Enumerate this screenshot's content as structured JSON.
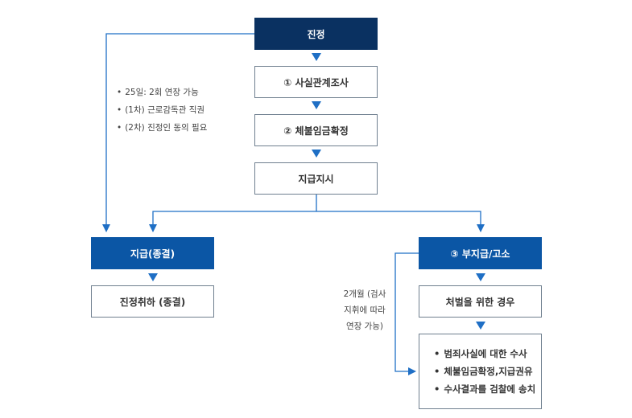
{
  "nodes": {
    "petition": "진정",
    "fact_check": "① 사실관계조사",
    "unpaid_confirm": "② 체불임금확정",
    "payment_order": "지급지시",
    "paid": "지급(종결)",
    "withdraw": "진정취하 (종결)",
    "unpaid_complaint": "③ 부지급/고소",
    "punishment_case": "처벌을 위한 경우"
  },
  "notes": {
    "left": [
      "25일: 2회 연장 가능",
      "(1차) 근로감독관 직권",
      "(2차) 진정인 동의 필요"
    ],
    "right": [
      "2개월 (검사",
      "지휘에 따라",
      "연장 가능)"
    ]
  },
  "final_items": [
    "범죄사실에 대한 수사",
    "체불임금확정,지급권유",
    "수사결과를 검찰에 송치"
  ],
  "colors": {
    "dark": "#0a3161",
    "blue": "#0b56a5",
    "line": "#1f6fc5",
    "border": "#6f7f8f"
  }
}
